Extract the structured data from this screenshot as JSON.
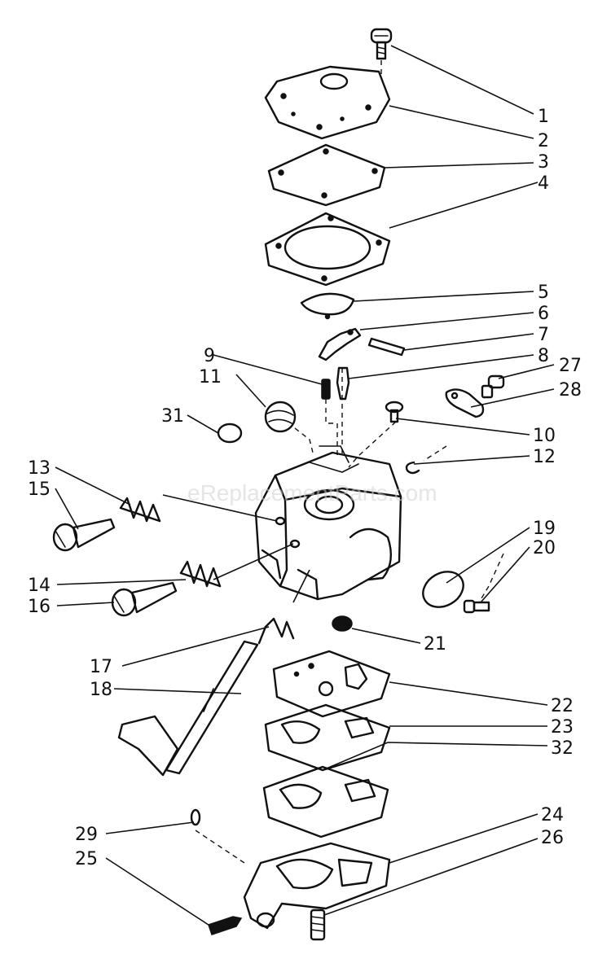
{
  "watermark": "eReplacementParts.com",
  "callouts": [
    "1",
    "2",
    "3",
    "4",
    "5",
    "6",
    "7",
    "8",
    "9",
    "11",
    "27",
    "28",
    "31",
    "10",
    "12",
    "13",
    "15",
    "19",
    "20",
    "14",
    "16",
    "21",
    "17",
    "18",
    "22",
    "23",
    "32",
    "29",
    "24",
    "25",
    "26"
  ]
}
